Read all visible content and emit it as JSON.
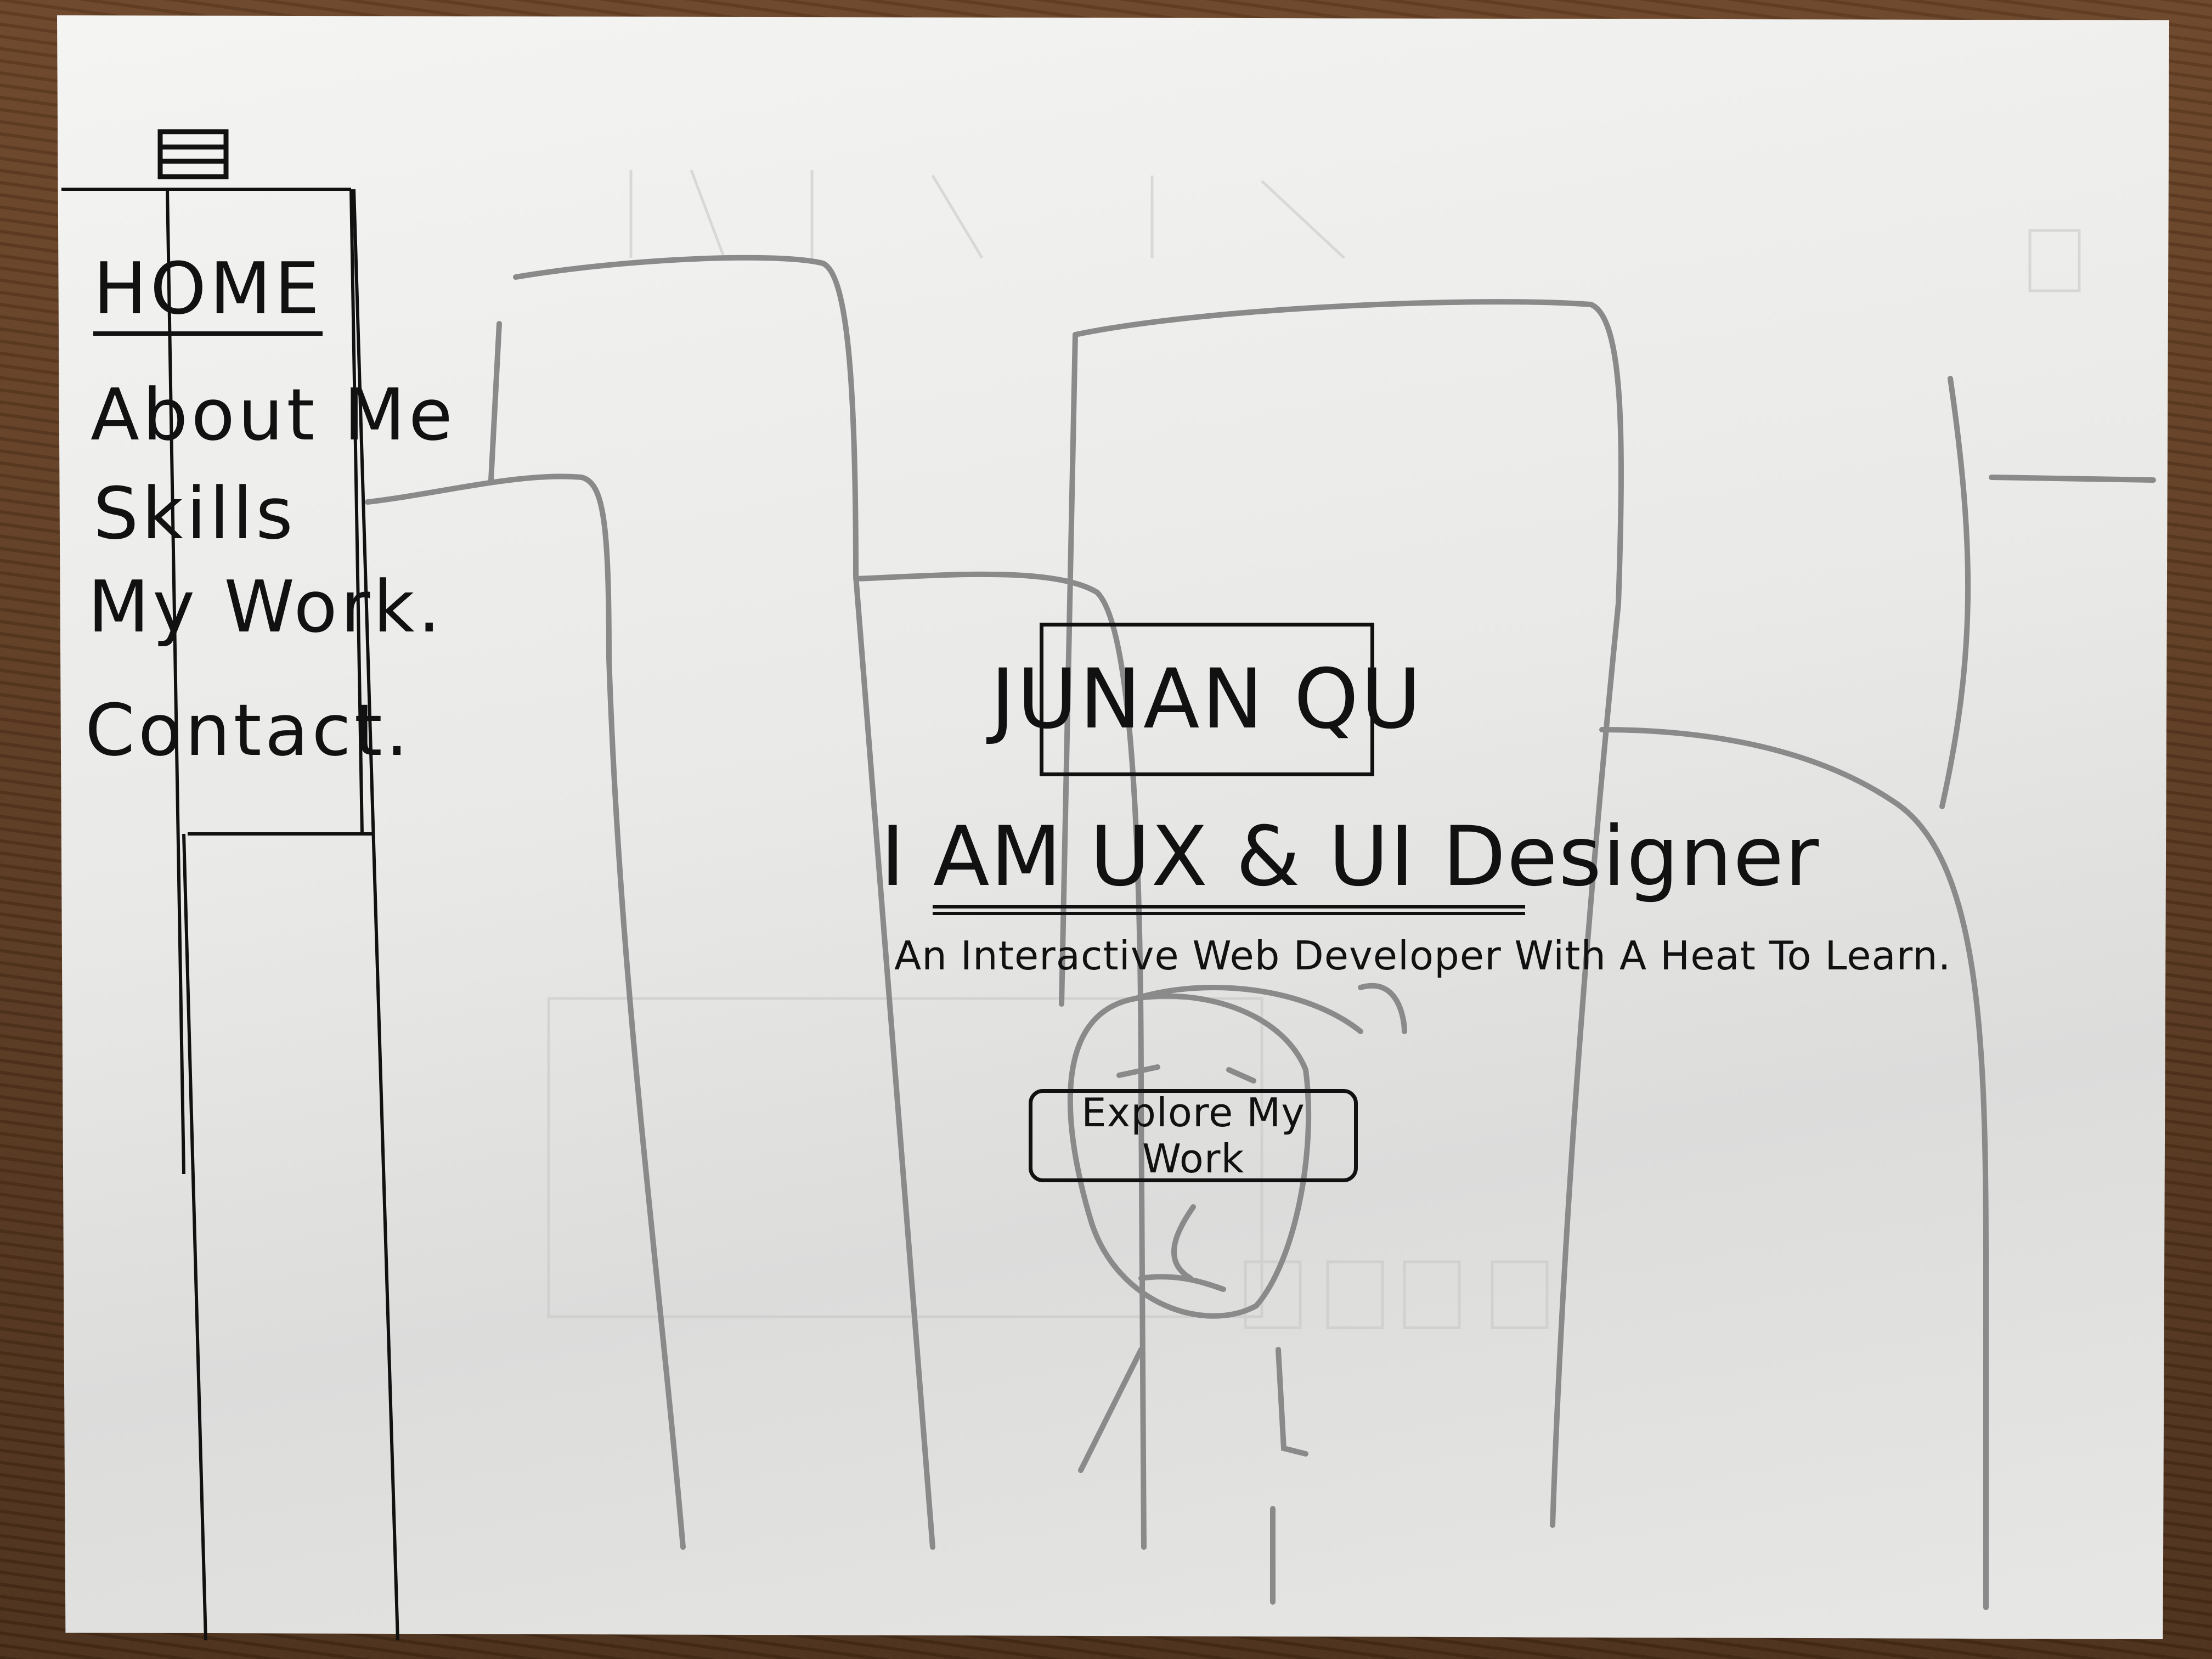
{
  "menu_icon": "hamburger-icon",
  "nav": {
    "items": [
      {
        "label": "HOME",
        "active": true
      },
      {
        "label": "About Me"
      },
      {
        "label": "Skills"
      },
      {
        "label": "My Work."
      },
      {
        "label": "Contact."
      }
    ]
  },
  "hero": {
    "name": "JUNAN QU",
    "tagline": "I AM UX & UI Designer",
    "subtitle": "An Interactive Web Developer With A Heat To Learn.",
    "cta_label": "Explore My Work"
  },
  "colors": {
    "ink": "#111111",
    "pencil": "#8a8a8a",
    "paper": "#eeeeec"
  }
}
